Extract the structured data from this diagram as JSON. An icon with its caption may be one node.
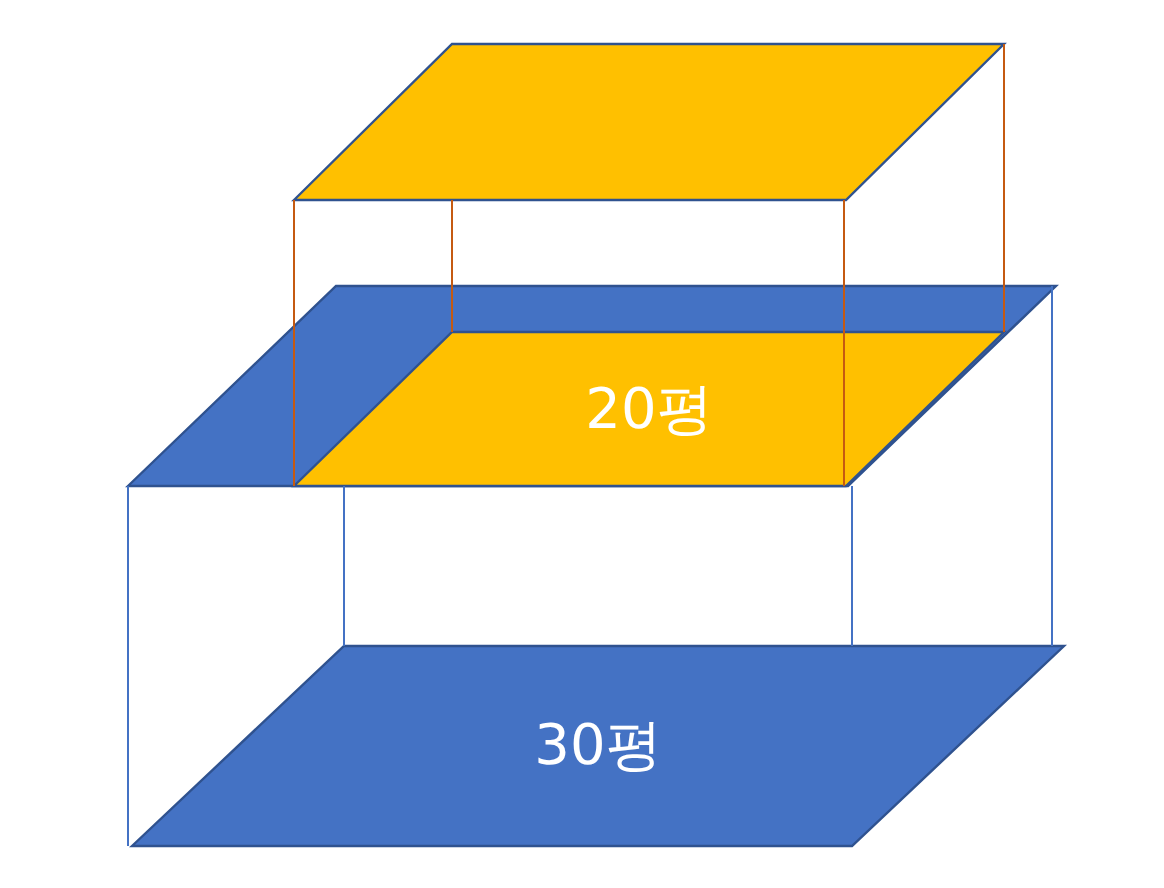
{
  "diagram": {
    "nodes": [
      {
        "text": [],
        "shape": "parallelogram"
      },
      {
        "text": [],
        "shape": "parallelogram"
      },
      {
        "text": [
          "20평"
        ],
        "in": 1
      },
      {
        "text": [
          "30평"
        ]
      }
    ],
    "edges": [
      {
        "from": 0,
        "to": 2,
        "arrow": "none",
        "color": "#c55a11"
      },
      {
        "from": 0,
        "to": 2,
        "arrow": "none",
        "color": "#c55a11"
      },
      {
        "from": 0,
        "to": 2,
        "arrow": "none",
        "color": "#c55a11"
      },
      {
        "from": 0,
        "to": 2,
        "arrow": "none",
        "color": "#c55a11"
      },
      {
        "from": 1,
        "to": 3,
        "arrow": "none",
        "color": "#4472c4"
      },
      {
        "from": 1,
        "to": 3,
        "arrow": "none",
        "color": "#4472c4"
      },
      {
        "from": 1,
        "to": 3,
        "arrow": "none",
        "color": "#4472c4"
      },
      {
        "from": 1,
        "to": 3,
        "arrow": "none",
        "color": "#4472c4"
      }
    ]
  }
}
